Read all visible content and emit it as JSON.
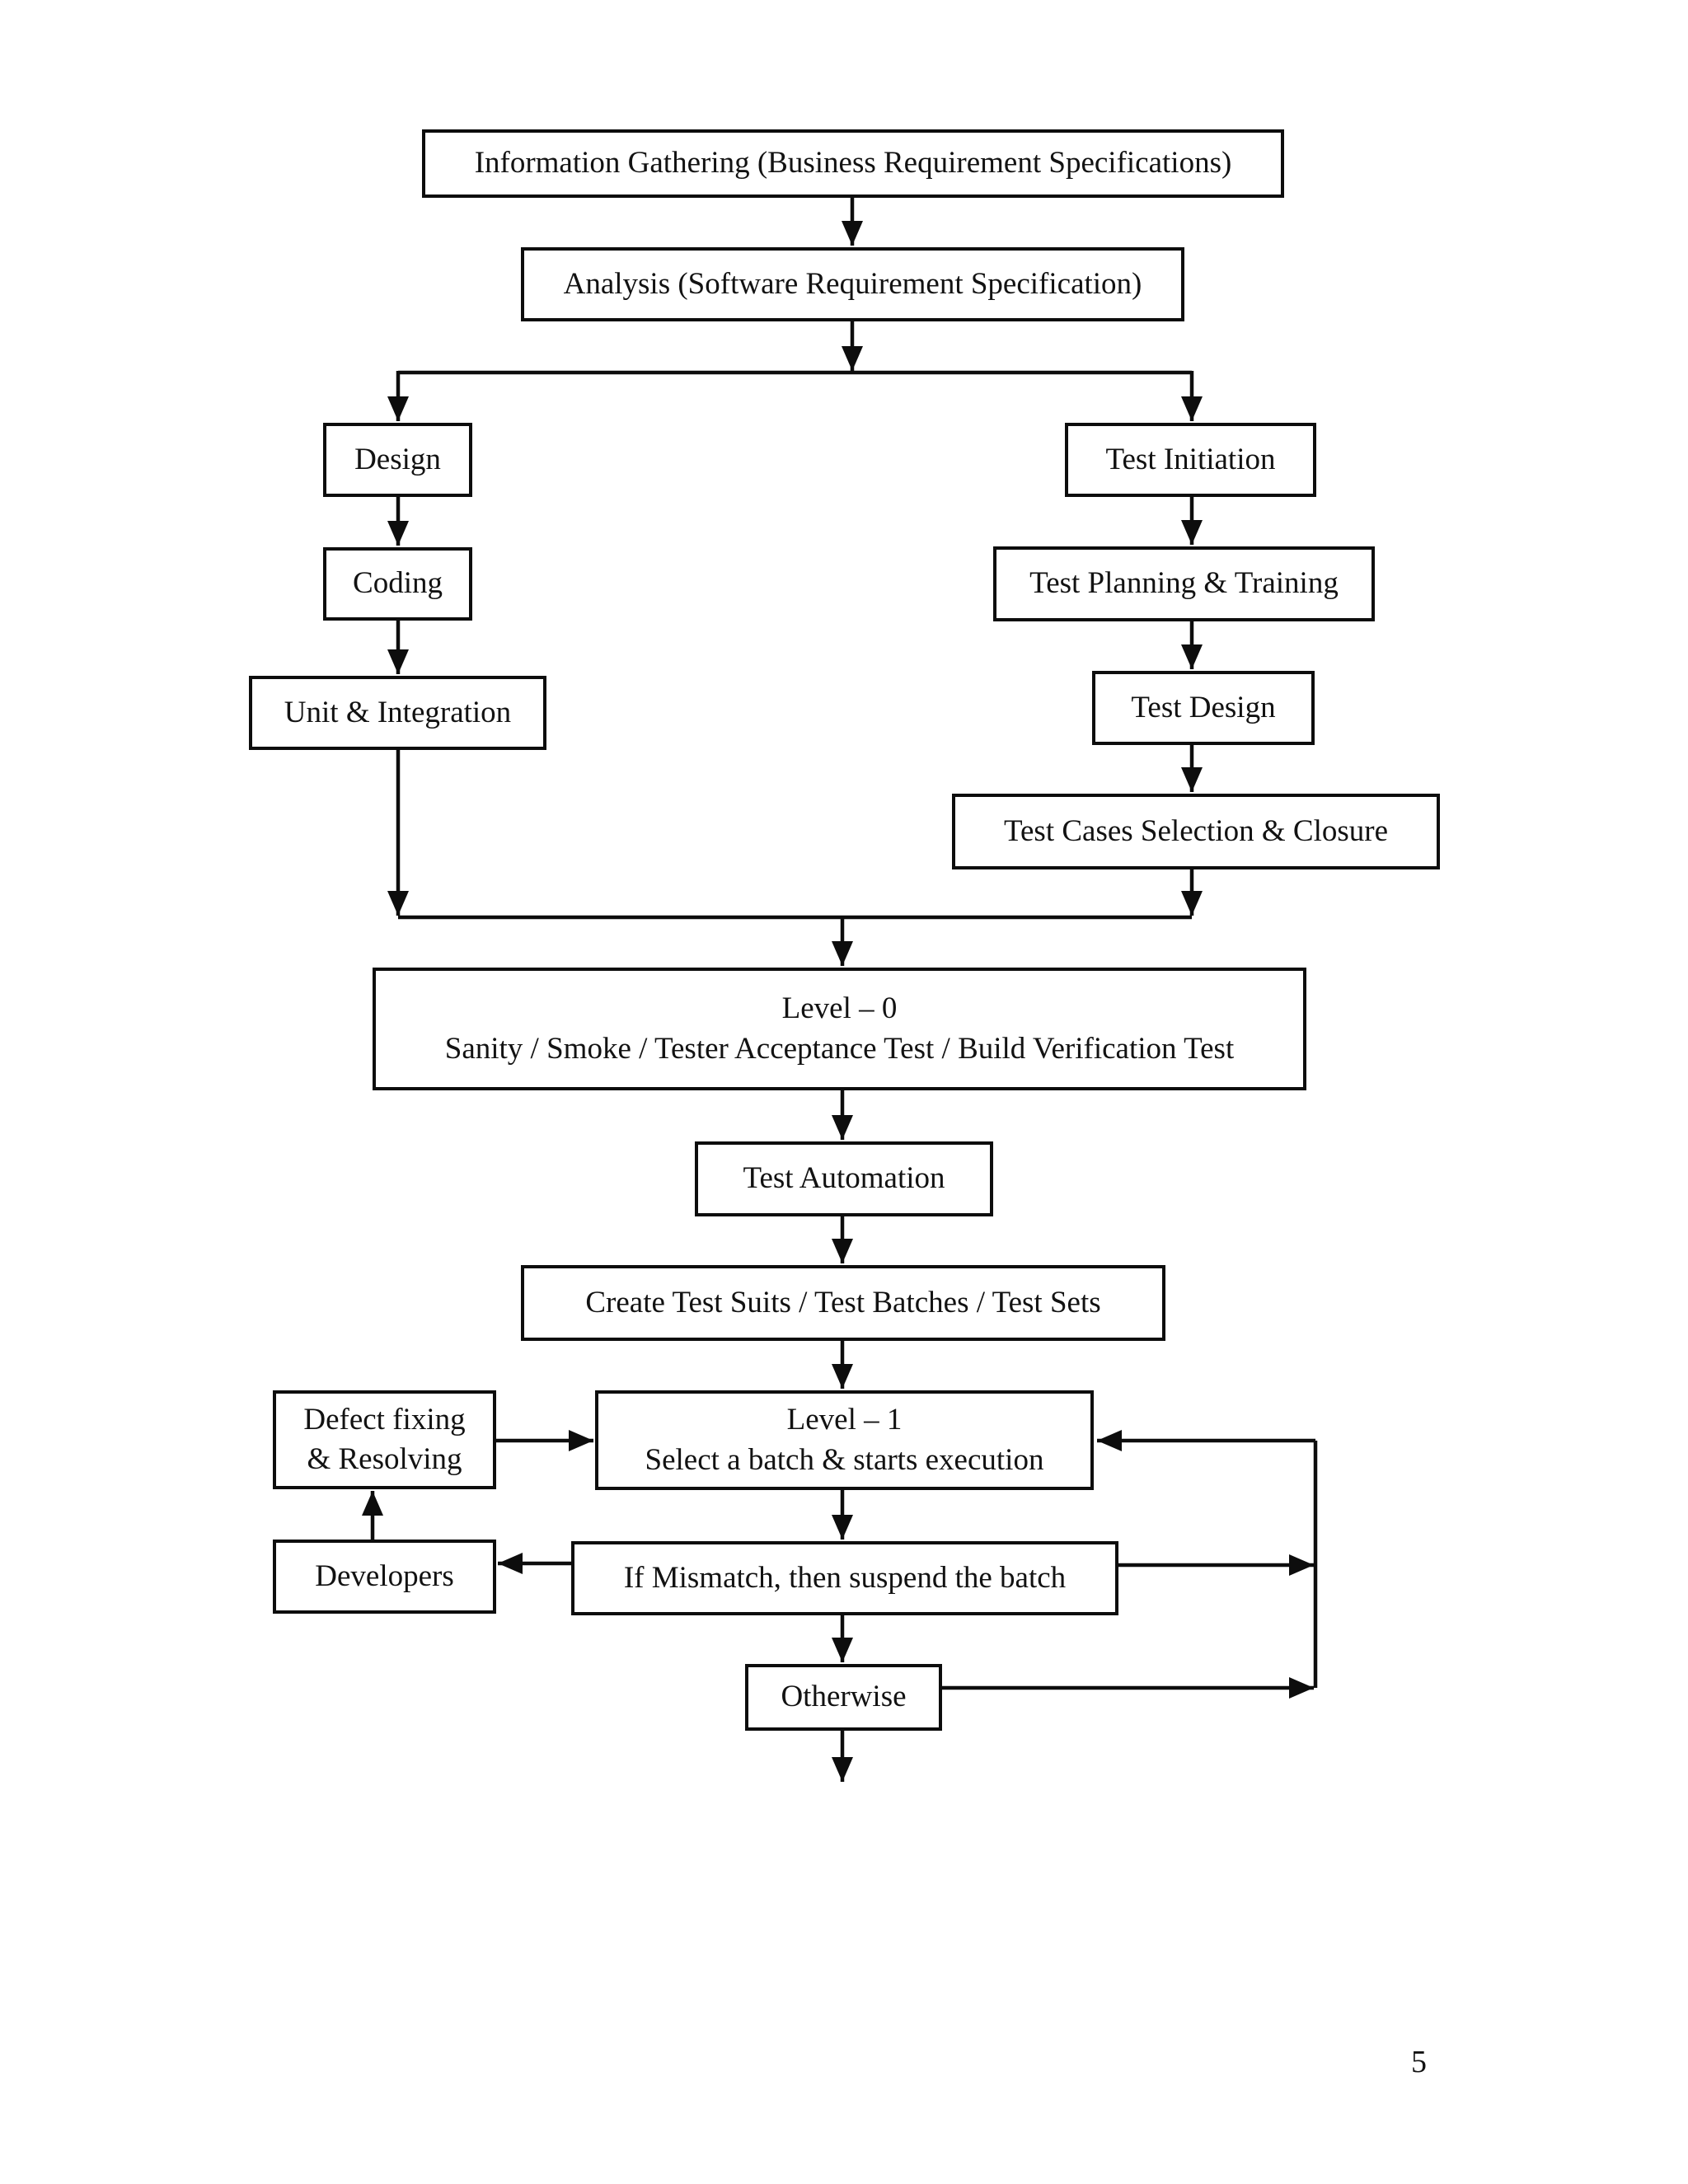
{
  "page": {
    "number": "5"
  },
  "flowchart": {
    "nodes": {
      "info_gathering": {
        "label": "Information Gathering (Business Requirement Specifications)"
      },
      "analysis": {
        "label": "Analysis (Software Requirement Specification)"
      },
      "design": {
        "label": "Design"
      },
      "coding": {
        "label": "Coding"
      },
      "unit_integration": {
        "label": "Unit & Integration"
      },
      "test_initiation": {
        "label": "Test Initiation"
      },
      "test_planning": {
        "label": "Test Planning & Training"
      },
      "test_design": {
        "label": "Test Design"
      },
      "test_cases_selection": {
        "label": "Test Cases Selection & Closure"
      },
      "level_0": {
        "line1": "Level – 0",
        "line2": "Sanity / Smoke / Tester Acceptance Test / Build Verification Test"
      },
      "test_automation": {
        "label": "Test Automation"
      },
      "create_test_suits": {
        "label": "Create Test Suits / Test Batches / Test Sets"
      },
      "defect_fixing": {
        "line1": "Defect fixing",
        "line2": "& Resolving"
      },
      "level_1": {
        "line1": "Level – 1",
        "line2": "Select a batch & starts execution"
      },
      "developers": {
        "label": "Developers"
      },
      "if_mismatch": {
        "label": "If Mismatch, then suspend the batch"
      },
      "otherwise": {
        "label": "Otherwise"
      }
    }
  }
}
